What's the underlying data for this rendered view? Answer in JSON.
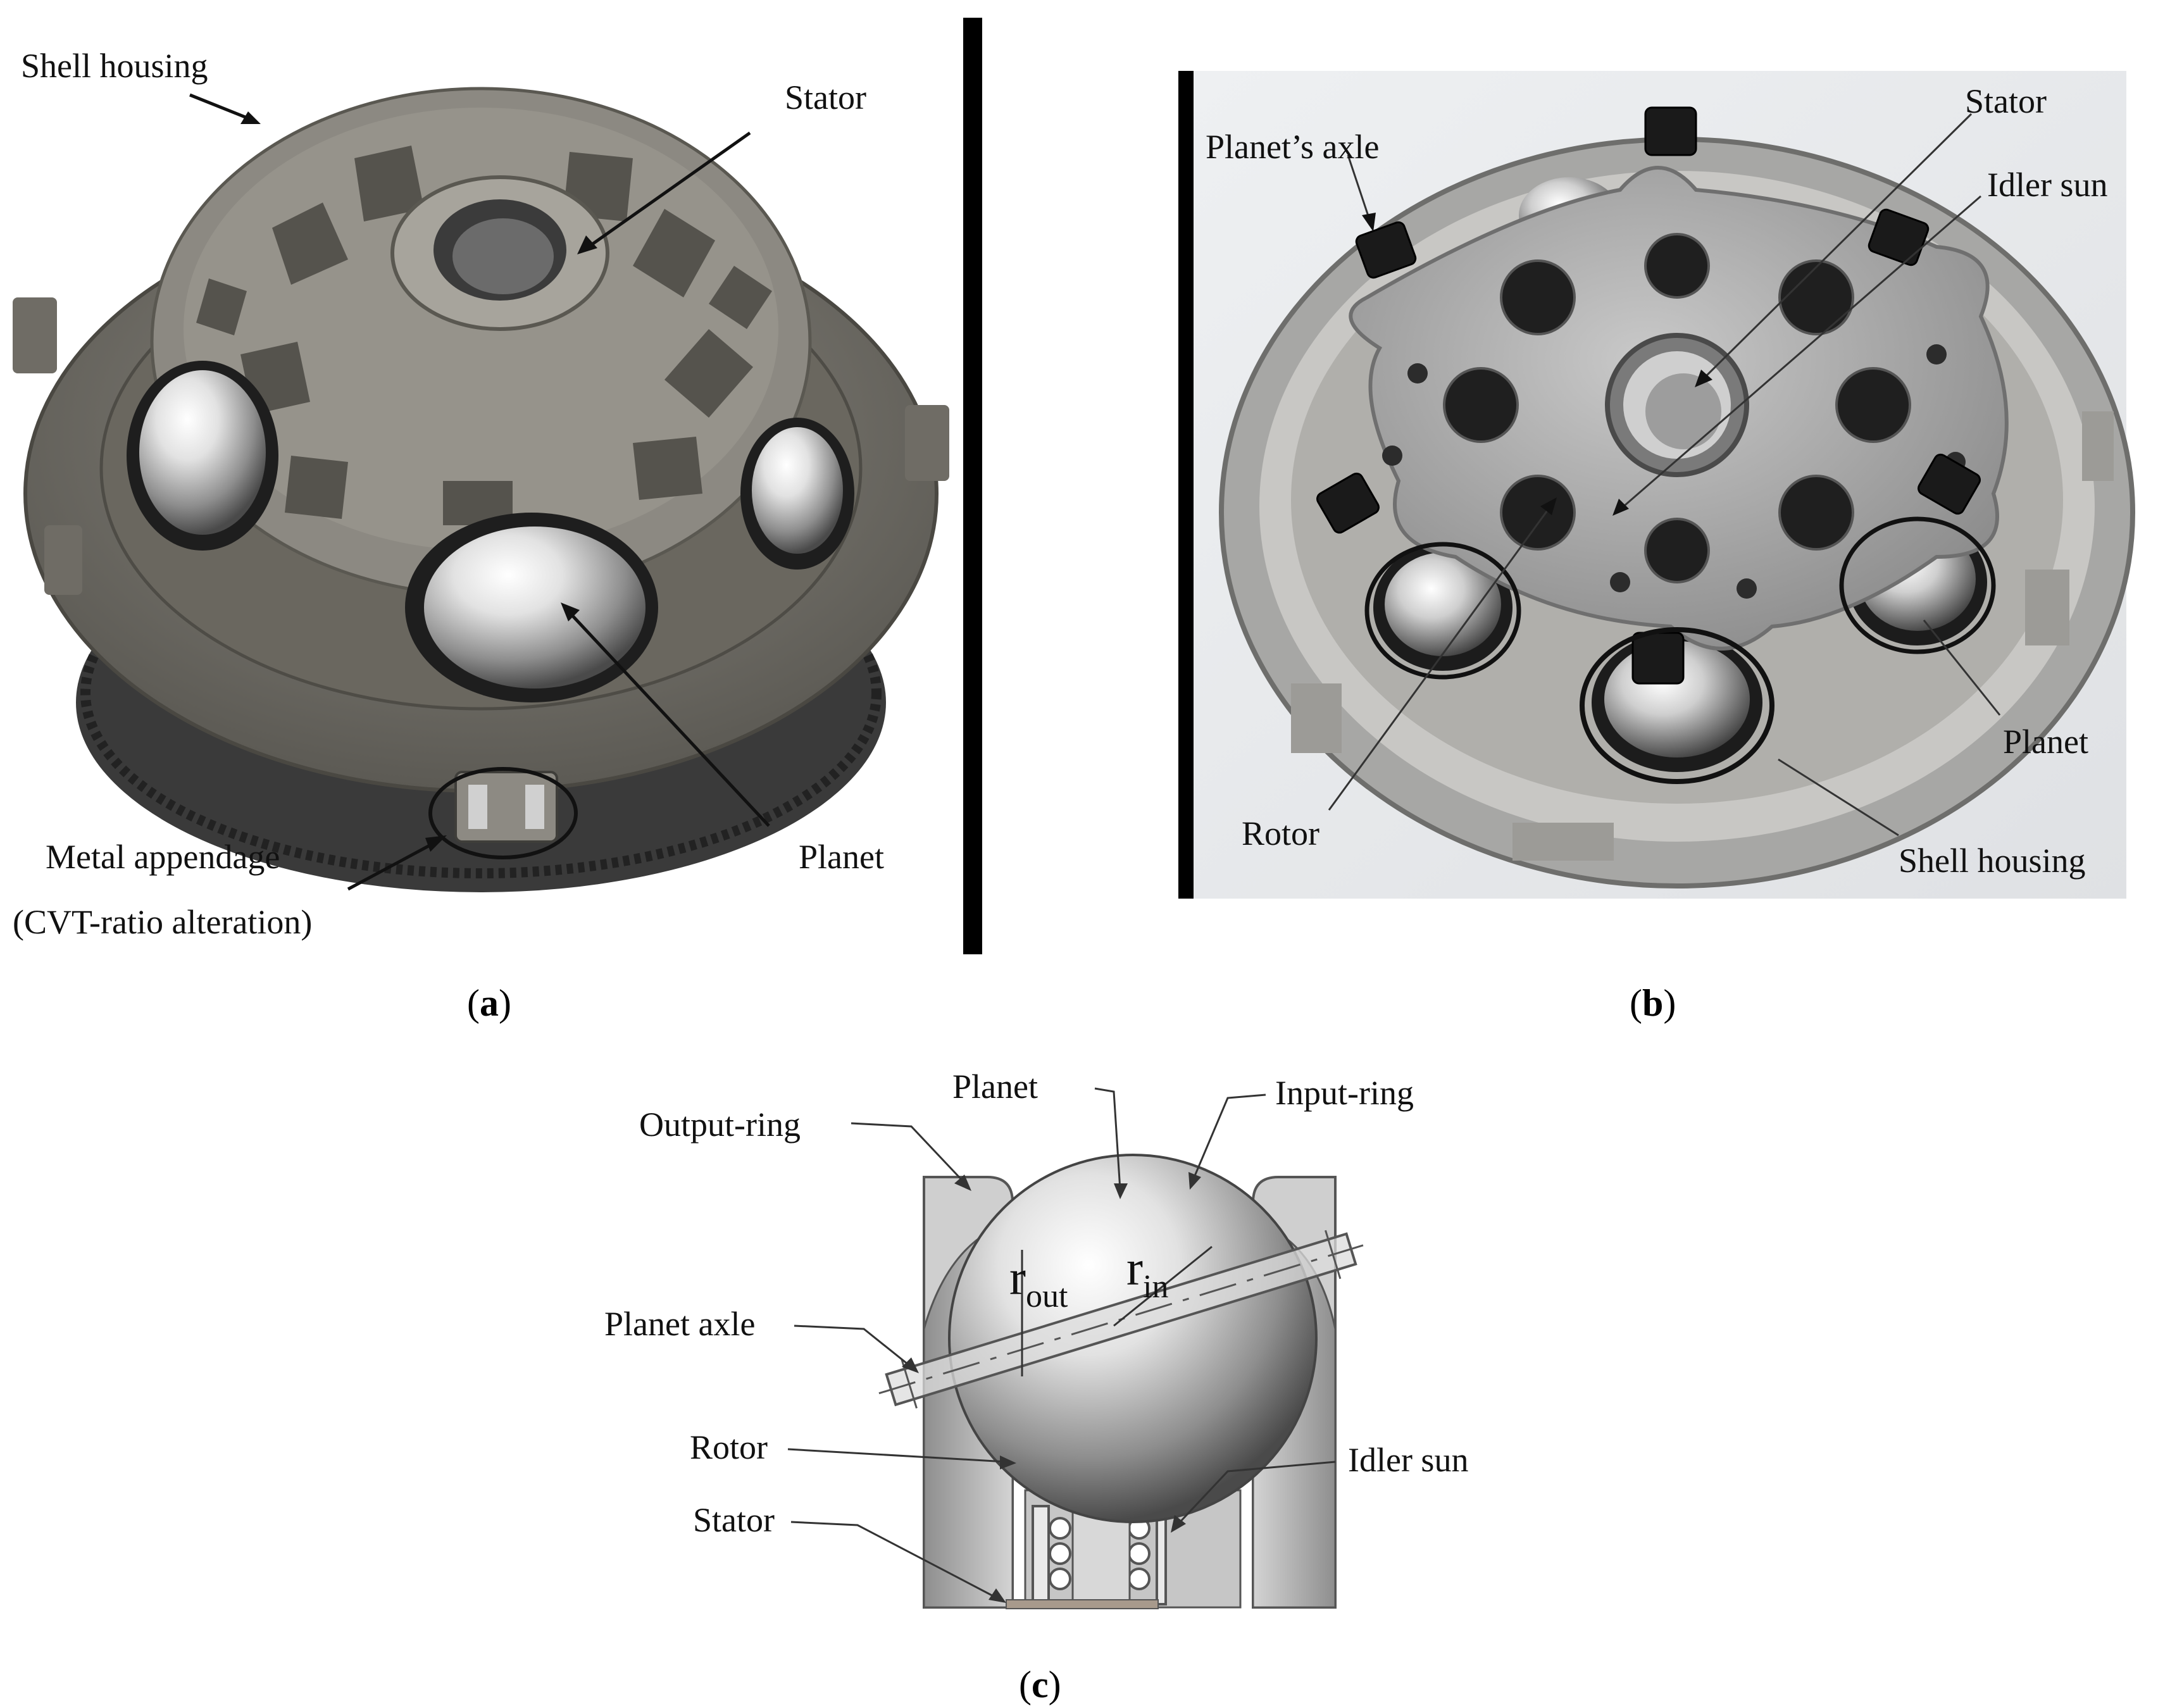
{
  "panels": {
    "a": {
      "caption_letter": "a",
      "labels": {
        "shell_housing": "Shell housing",
        "stator": "Stator",
        "planet": "Planet",
        "metal_appendage": "Metal appendage",
        "cvt_ratio": "(CVT-ratio alteration)"
      }
    },
    "b": {
      "caption_letter": "b",
      "labels": {
        "planets_axle": "Planet’s axle",
        "stator": "Stator",
        "idler_sun": "Idler sun",
        "planet": "Planet",
        "rotor": "Rotor",
        "shell_housing": "Shell housing"
      }
    },
    "c": {
      "caption_letter": "c",
      "labels": {
        "planet": "Planet",
        "output_ring": "Output-ring",
        "input_ring": "Input-ring",
        "planet_axle": "Planet axle",
        "rotor": "Rotor",
        "stator": "Stator",
        "idler_sun": "Idler sun"
      },
      "symbols": {
        "r_out_base": "r",
        "r_out_sub": "out",
        "r_in_base": "r",
        "r_in_sub": "in"
      }
    }
  },
  "colors": {
    "housing_metal": "#7d7a72",
    "polished_ball": "#d9d9d9",
    "photo_background": "#e9eaec",
    "diagram_gray": "#c8c8c8",
    "divider": "#000000"
  }
}
